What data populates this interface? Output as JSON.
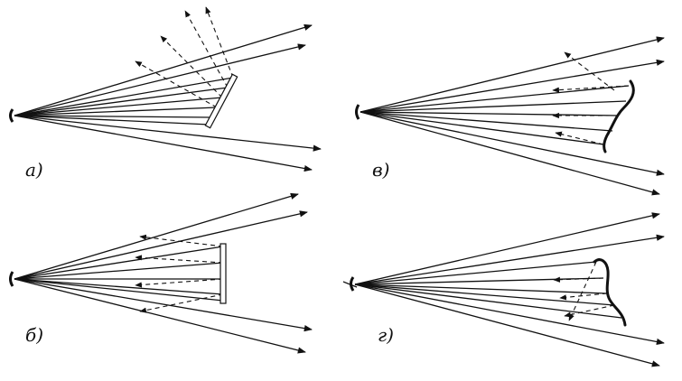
{
  "figure": {
    "panels": [
      {
        "id": "a",
        "label": "а)",
        "reflector": "flat-tilted",
        "reflection": "scattered-outward"
      },
      {
        "id": "b",
        "label": "б)",
        "reflector": "flat-vertical",
        "reflection": "back-toward-source"
      },
      {
        "id": "v",
        "label": "в)",
        "reflector": "curved",
        "reflection": "mixed"
      },
      {
        "id": "g",
        "label": "г)",
        "reflector": "curved",
        "reflection": "mixed"
      }
    ],
    "colors": {
      "stroke": "#111111",
      "background": "#ffffff"
    }
  }
}
